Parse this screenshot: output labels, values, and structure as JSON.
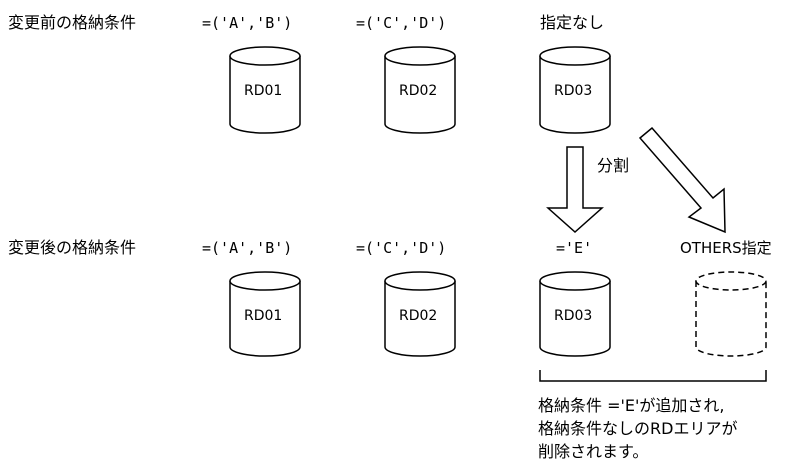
{
  "before": {
    "label": "変更前の格納条件",
    "conditions": [
      "=('A','B')",
      "=('C','D')",
      "指定なし"
    ],
    "areas": [
      "RD01",
      "RD02",
      "RD03"
    ]
  },
  "split_label": "分割",
  "after": {
    "label": "変更後の格納条件",
    "conditions": [
      "=('A','B')",
      "=('C','D')",
      "='E'",
      "OTHERS指定"
    ],
    "areas": [
      "RD01",
      "RD02",
      "RD03",
      ""
    ]
  },
  "note": {
    "line1": "格納条件 ='E'が追加され,",
    "line2": "格納条件なしのRDエリアが",
    "line3": "削除されます。"
  }
}
